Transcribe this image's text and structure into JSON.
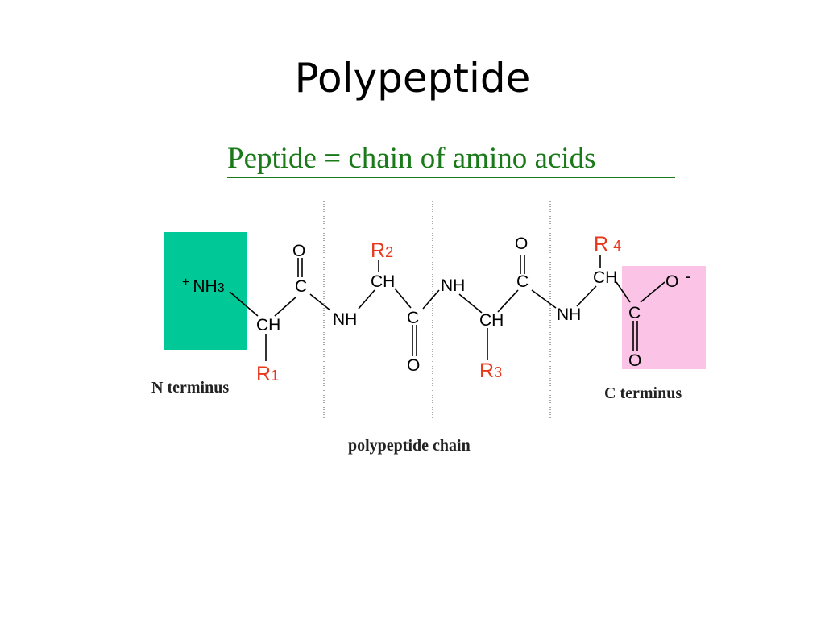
{
  "slide": {
    "title": "Polypeptide",
    "subtitle": "Peptide = chain of amino acids"
  },
  "diagram": {
    "n_terminus_label": "N terminus",
    "c_terminus_label": "C terminus",
    "caption": "polypeptide chain",
    "n_group": {
      "charge": "+",
      "main": "NH",
      "sub": "3"
    },
    "c_group": {
      "o_single": "O",
      "charge": "-"
    },
    "atoms": {
      "ch": "CH",
      "c": "C",
      "nh": "NH",
      "o": "O"
    },
    "r_groups": [
      {
        "main": "R",
        "sub": "1"
      },
      {
        "main": "R",
        "sub": "2"
      },
      {
        "main": "R",
        "sub": "3"
      },
      {
        "main": "R",
        "sub": "4"
      }
    ],
    "colors": {
      "n_terminus_box": "#00c896",
      "c_terminus_box": "#fbc3e6",
      "r_group": "#e8381c",
      "subtitle": "#1a7a1a"
    }
  }
}
